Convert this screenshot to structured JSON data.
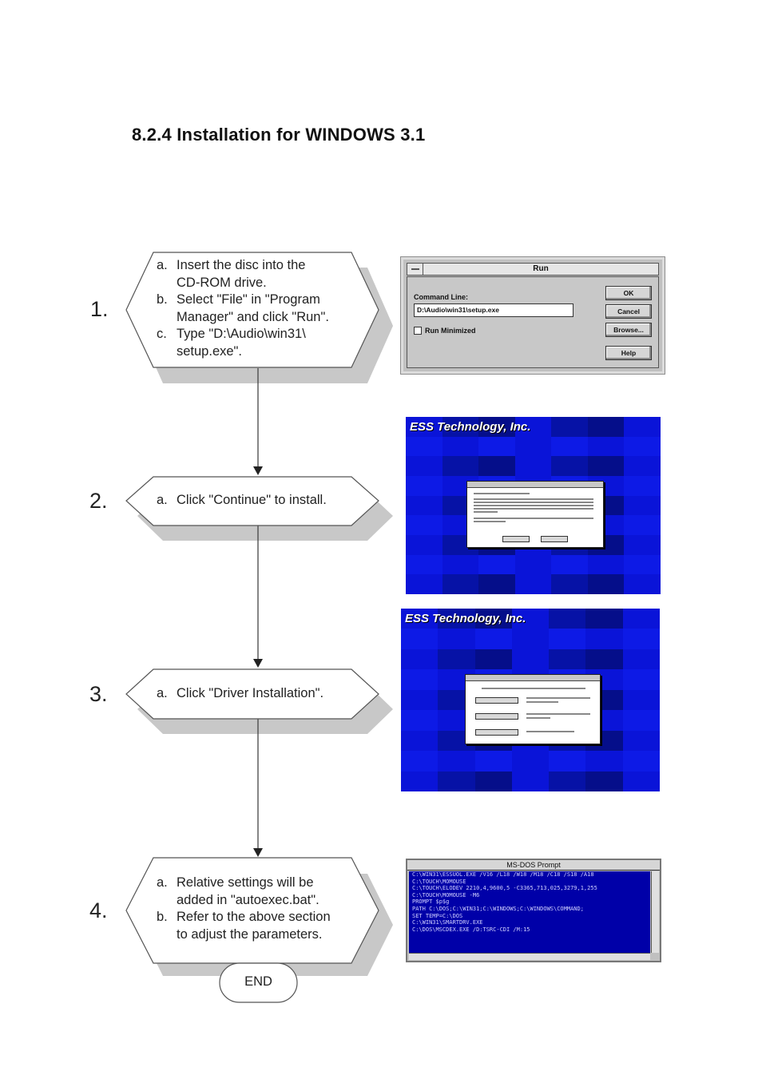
{
  "title": "8.2.4 Installation for WINDOWS 3.1",
  "steps": [
    {
      "number": "1.",
      "items": [
        {
          "letter": "a.",
          "lines": [
            "Insert the disc into the",
            "CD-ROM drive."
          ]
        },
        {
          "letter": "b.",
          "lines": [
            "Select \"File\" in \"Program",
            "Manager\" and click \"Run\"."
          ]
        },
        {
          "letter": "c.",
          "lines": [
            "Type \"D:\\Audio\\win31\\",
            "setup.exe\"."
          ]
        }
      ]
    },
    {
      "number": "2.",
      "items": [
        {
          "letter": "a.",
          "lines": [
            "Click \"Continue\" to install."
          ]
        }
      ]
    },
    {
      "number": "3.",
      "items": [
        {
          "letter": "a.",
          "lines": [
            "Click \"Driver Installation\"."
          ]
        }
      ]
    },
    {
      "number": "4.",
      "items": [
        {
          "letter": "a.",
          "lines": [
            "Relative settings will be",
            "added in \"autoexec.bat\"."
          ]
        },
        {
          "letter": "b.",
          "lines": [
            "Refer to the above section",
            "to adjust the parameters."
          ]
        }
      ]
    }
  ],
  "end_label": "END",
  "run_dialog": {
    "title": "Run",
    "command_label": "Command Line:",
    "command_value": "D:\\Audio\\win31\\setup.exe",
    "run_minimized": "Run Minimized",
    "ok": "OK",
    "cancel": "Cancel",
    "browse": "Browse...",
    "help": "Help"
  },
  "ess_title": "ESS Technology, Inc.",
  "dos": {
    "title": "MS-DOS Prompt",
    "lines": [
      "C:\\WIN31\\ESSUOL.EXE /V16 /L18 /W18 /M18 /C18 /S18 /A18",
      "C:\\TOUCH\\MOMOUSE",
      "C:\\TOUCH\\ELODEV 2210,4,9600,5 -C3365,713,025,3279,1,255",
      "C:\\TOUCH\\MOMOUSE -M6",
      "PROMPT $p$g",
      "PATH C:\\DOS;C:\\WIN31;C:\\WINDOWS;C:\\WINDOWS\\COMMAND;",
      "SET TEMP=C:\\DOS",
      "C:\\WIN31\\SMARTDRV.EXE",
      "C:\\DOS\\MSCDEX.EXE /D:TSRC-CDI /M:15"
    ]
  },
  "colors": {
    "ess_blue": "#0a14d8",
    "dos_blue": "#0000a8",
    "shadow": "#c8c8c8"
  }
}
